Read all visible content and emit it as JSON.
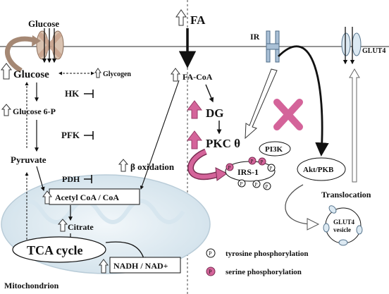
{
  "labels": {
    "glucose_top": "Glucose",
    "glucose": "Glucose",
    "glycogen": "Glycogen",
    "hk": "HK",
    "glucose6p": "Glucose 6-P",
    "pfk": "PFK",
    "pyruvate": "Pyruvate",
    "pdh": "PDH",
    "acetyl_coa": "Acetyl CoA / CoA",
    "citrate": "Citrate",
    "tca": "TCA cycle",
    "nadh": "NADH / NAD+",
    "mitochondrion": "Mitochondrion",
    "beta_oxidation": "β oxidation",
    "fa": "FA",
    "fa_coa": "FA-CoA",
    "dg": "DG",
    "pkc": "PKC θ",
    "ir": "IR",
    "glut4": "GLUT4",
    "pi3k": "PI3K",
    "irs1": "IRS-1",
    "akt": "Akt/PKB",
    "translocation": "Translocation",
    "glut4_vesicle_1": "GLUT4",
    "glut4_vesicle_2": "vesicle"
  },
  "legend": {
    "p_symbol": "P",
    "tyrosine": "tyrosine phosphorylation",
    "serine": "serine phosphorylation"
  },
  "colors": {
    "pkc_pink": "#d4649a",
    "mito_fill": "#e4eef4",
    "glut_fill": "#dce9f2",
    "ir_fill": "#a9c0d6",
    "transporter_fill": "#d9c2b0"
  }
}
